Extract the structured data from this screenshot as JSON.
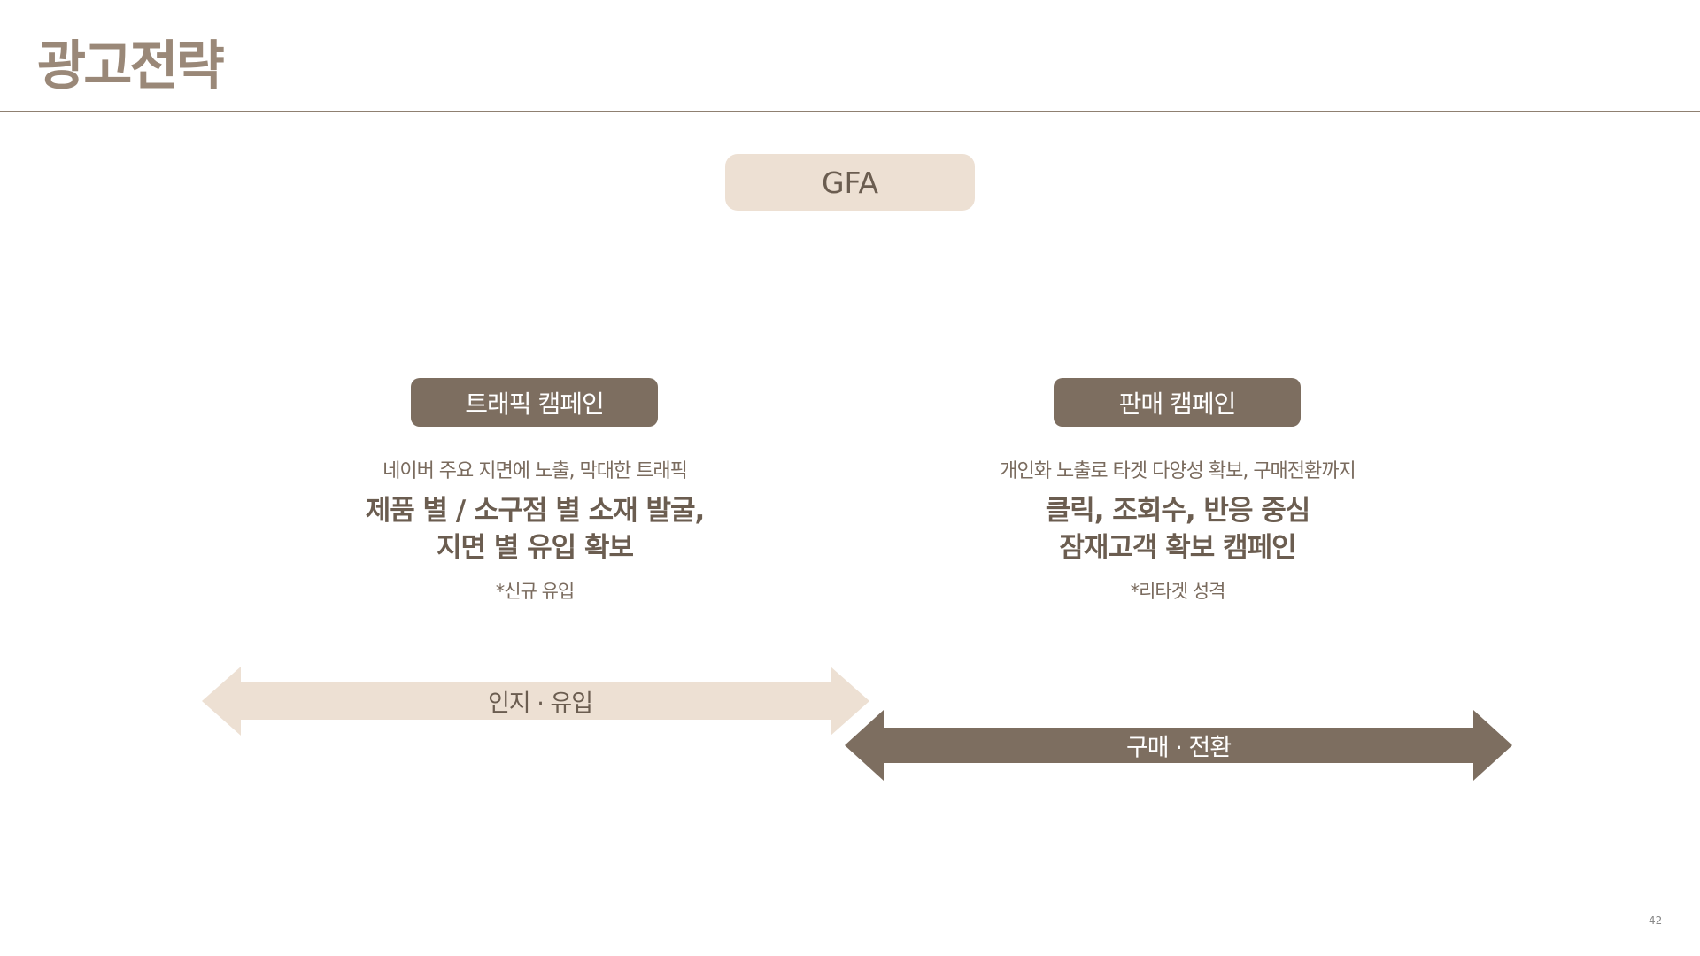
{
  "header": {
    "title": "광고전략"
  },
  "root": {
    "label": "GFA"
  },
  "campaigns": [
    {
      "label": "트래픽 캠페인",
      "summary": "네이버 주요 지면에 노출, 막대한 트래픽",
      "highlight": [
        "제품 별 / 소구점 별 소재 발굴,",
        "지면 별 유입 확보"
      ],
      "note": "*신규 유입"
    },
    {
      "label": "판매 캠페인",
      "summary": "개인화 노출로 타겟 다양성 확보, 구매전환까지",
      "highlight": [
        "클릭, 조회수, 반응 중심",
        "잠재고객 확보 캠페인"
      ],
      "note": "*리타겟 성격"
    }
  ],
  "arrows": [
    {
      "label": "인지 · 유입",
      "color": "#ede0d3"
    },
    {
      "label": "구매 · 전환",
      "color": "#7d6e60"
    }
  ],
  "page_number": "42"
}
